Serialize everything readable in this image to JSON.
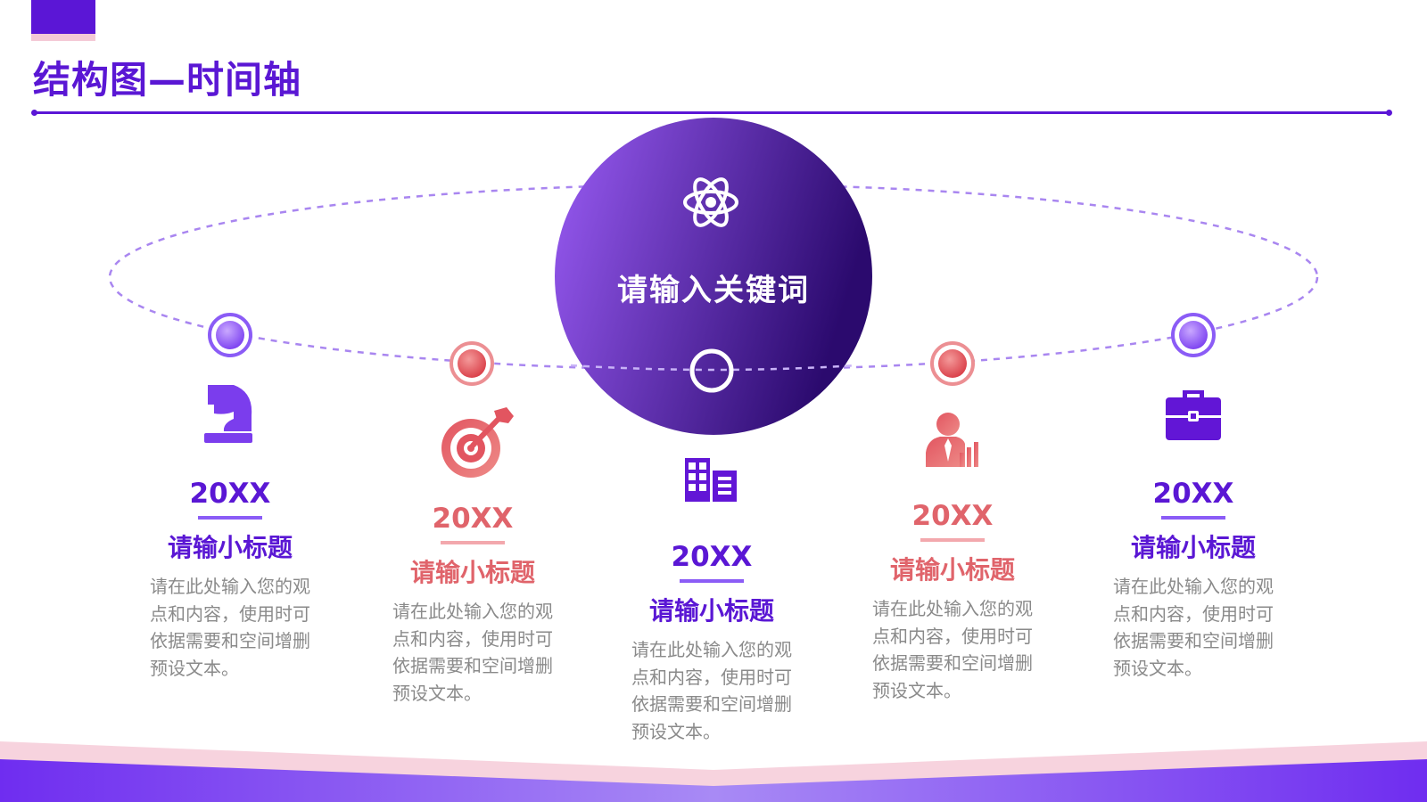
{
  "page": {
    "title": "结构图—时间轴"
  },
  "center": {
    "keyword": "请输入关键词",
    "icon": "atom-icon"
  },
  "colors": {
    "purple": "#5a17d4",
    "purple_light": "#8b5cf6",
    "red": "#e0646b",
    "red_light": "#f3a8ad",
    "text_gray": "#8a8a8a"
  },
  "items": [
    {
      "icon": "chess-knight-icon",
      "year": "20XX",
      "subtitle": "请输小标题",
      "body": "请在此处输入您的观点和内容，使用时可依据需要和空间增删预设文本。",
      "accent": "purple"
    },
    {
      "icon": "target-dart-icon",
      "year": "20XX",
      "subtitle": "请输小标题",
      "body": "请在此处输入您的观点和内容，使用时可依据需要和空间增删预设文本。",
      "accent": "red"
    },
    {
      "icon": "building-icon",
      "year": "20XX",
      "subtitle": "请输小标题",
      "body": "请在此处输入您的观点和内容，使用时可依据需要和空间增删预设文本。",
      "accent": "purple"
    },
    {
      "icon": "businessman-chart-icon",
      "year": "20XX",
      "subtitle": "请输小标题",
      "body": "请在此处输入您的观点和内容，使用时可依据需要和空间增删预设文本。",
      "accent": "red"
    },
    {
      "icon": "briefcase-icon",
      "year": "20XX",
      "subtitle": "请输小标题",
      "body": "请在此处输入您的观点和内容，使用时可依据需要和空间增删预设文本。",
      "accent": "purple"
    }
  ]
}
